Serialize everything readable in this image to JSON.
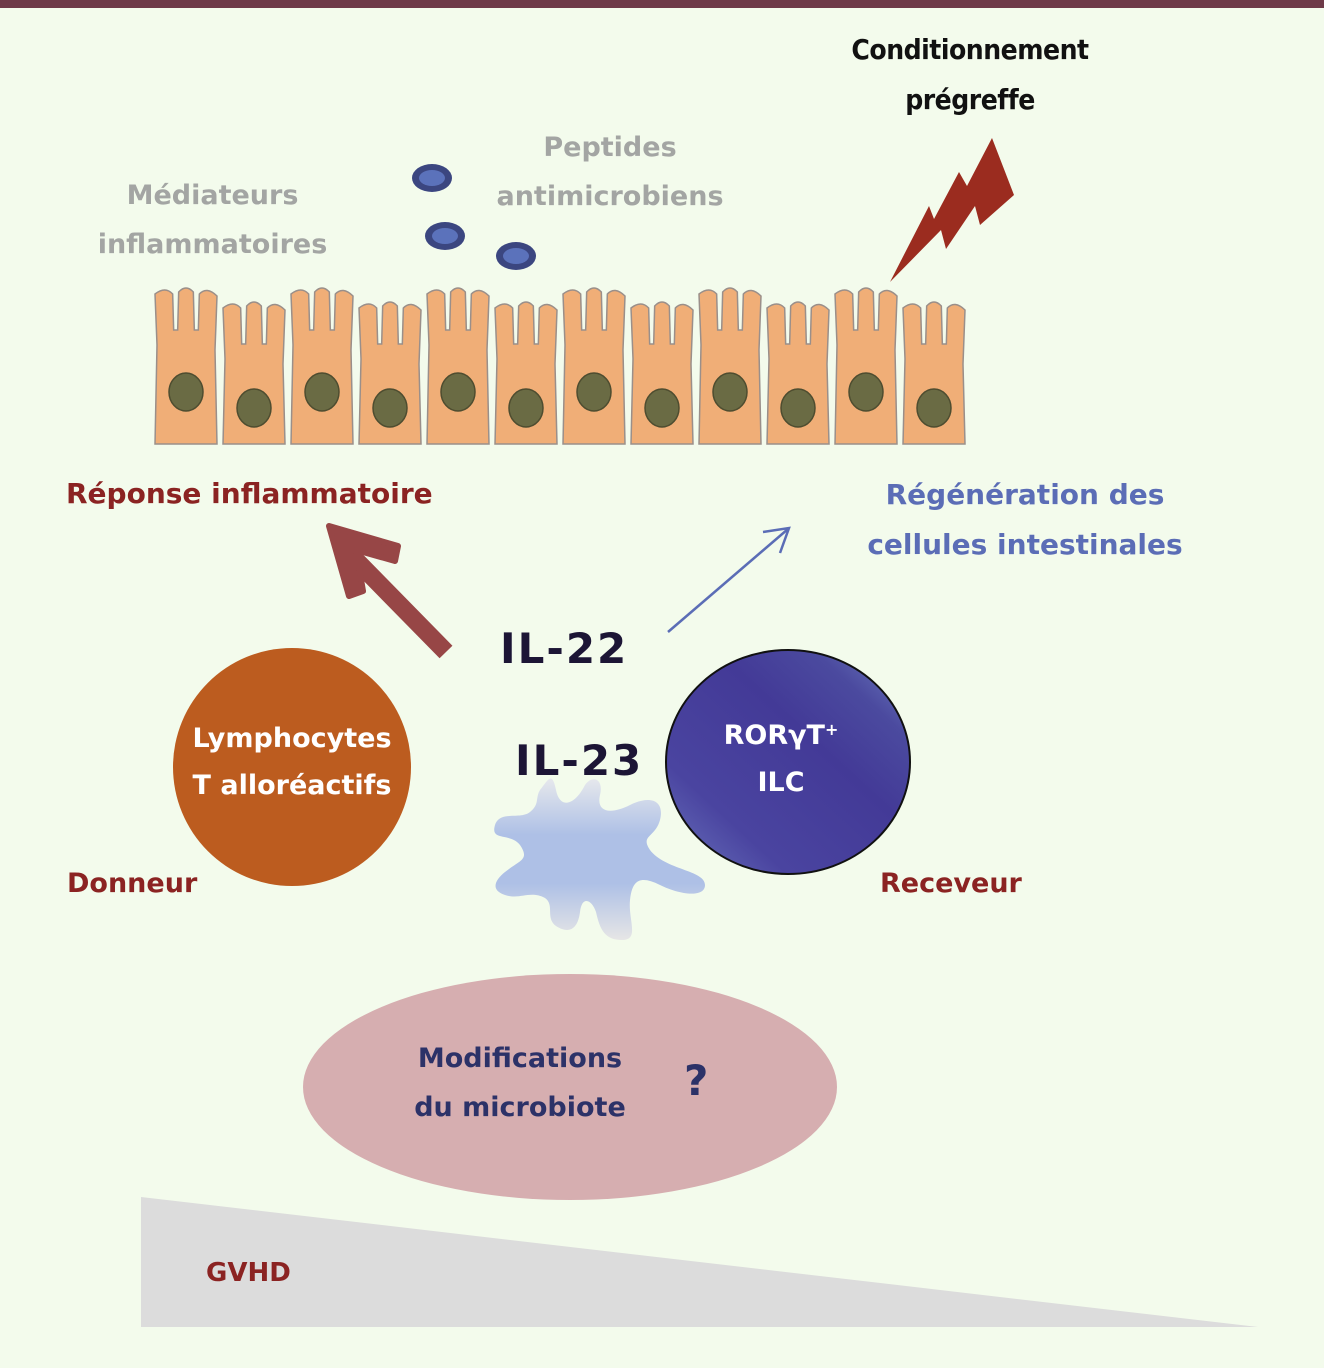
{
  "colors": {
    "background": "#f3fbec",
    "top_bar": "#6e3a48",
    "lightning": "#9b2c1f",
    "inflammatory_arrow": "#974646",
    "regen_arrow": "#5b6db6",
    "lymphocyte_cell": "#bc5c1f",
    "ilc_cell": "#433a97",
    "microbiote_ellipse": "#d6aeb0",
    "gvhd_wedge": "#dcdcdc",
    "peptide_outer": "#3b4680",
    "peptide_inner": "#5b72bb",
    "epithelial_cell": "#f0ae77",
    "nucleus": "#6a6b44"
  },
  "labels": {
    "conditioning": [
      "Conditionnement",
      "prégreffe"
    ],
    "mediators": [
      "Médiateurs",
      "inflammatoires"
    ],
    "peptides": [
      "Peptides",
      "antimicrobiens"
    ],
    "inflammatory_response": "Réponse inflammatoire",
    "regeneration": [
      "Régénération des",
      "cellules intestinales"
    ],
    "il22": "IL-22",
    "il23": "IL-23",
    "lymphocytes": [
      "Lymphocytes",
      "T alloréactifs"
    ],
    "ilc": [
      "RORγT",
      "ILC"
    ],
    "ilc_superscript": "+",
    "donor": "Donneur",
    "recipient": "Receveur",
    "microbiote": [
      "Modifications",
      "du microbiote"
    ],
    "question_mark": "?",
    "gvhd": "GVHD"
  },
  "icons": {
    "lightning": "lightning-bolt-icon",
    "peptide": "peptide-molecule-icon",
    "dendritic_cell": "dendritic-cell-icon",
    "epithelium": "intestinal-epithelium-icon"
  },
  "epithelium": {
    "cell_count": 12
  }
}
